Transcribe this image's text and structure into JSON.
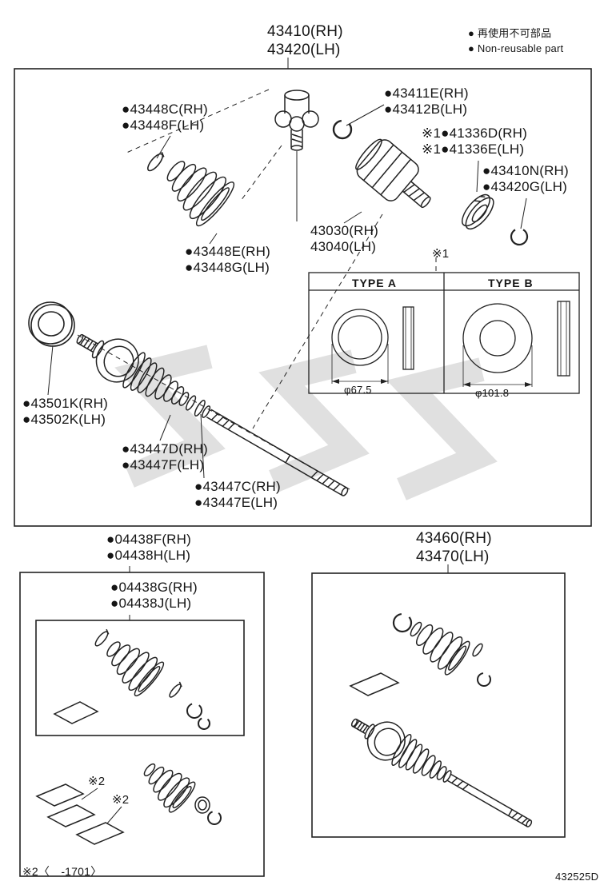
{
  "page": {
    "doc_code": "432525D",
    "footnote": "※2〈　-1701〉"
  },
  "legend": {
    "line1": "● 再使用不可部品",
    "line2": "● Non-reusable part"
  },
  "title": {
    "line1": "43410(RH)",
    "line2": "43420(LH)"
  },
  "callouts": {
    "boot_clamp_inner": {
      "line1": "●43448C(RH)",
      "line2": "●43448F(LH)"
    },
    "snap_ring_inboard": {
      "line1": "●43411E(RH)",
      "line2": "●43412B(LH)"
    },
    "bearing_dust_cover": {
      "line1": "※1●41336D(RH)",
      "line2": "※1●41336E(LH)"
    },
    "hole_snap_ring": {
      "line1": "●43410N(RH)",
      "line2": "●43420G(LH)"
    },
    "inboard_joint": {
      "line1": "43030(RH)",
      "line2": "43040(LH)"
    },
    "inner_boot": {
      "line1": "●43448E(RH)",
      "line2": "●43448G(LH)"
    },
    "ref_note_1": "※1",
    "deflector_ring": {
      "line1": "●43501K(RH)",
      "line2": "●43502K(LH)"
    },
    "outer_boot": {
      "line1": "●43447D(RH)",
      "line2": "●43447F(LH)"
    },
    "outer_snap_ring": {
      "line1": "●43447C(RH)",
      "line2": "●43447E(LH)"
    },
    "boot_kit_front": {
      "line1": "●04438F(RH)",
      "line2": "●04438H(LH)"
    },
    "boot_kit_inner": {
      "line1": "●04438G(RH)",
      "line2": "●04438J(LH)"
    },
    "shaft_assembly_kit": {
      "line1": "43460(RH)",
      "line2": "43470(LH)"
    },
    "ref_note_2a": "※2",
    "ref_note_2b": "※2"
  },
  "table": {
    "header_a": "TYPE A",
    "header_b": "TYPE B",
    "dia_a": "φ67.5",
    "dia_b": "φ101.8"
  }
}
